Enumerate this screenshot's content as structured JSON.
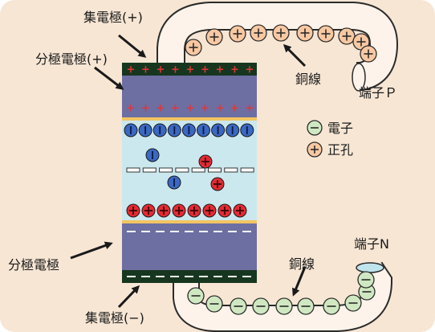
{
  "labels": {
    "collector_top": "集電極(+)",
    "polar_top": "分極電極(+)",
    "wire_top": "銅線",
    "terminal_p": "端子Ｐ",
    "polar_bottom": "分極電極",
    "wire_bottom": "銅線",
    "terminal_n": "端子N",
    "collector_bottom": "集電極(−)"
  },
  "legend": {
    "electron_label": "電子",
    "hole_label": "正孔"
  },
  "symbols": {
    "plus": "+",
    "minus": "−"
  },
  "colors": {
    "background": "#f7e6d4",
    "collector": "#17361f",
    "electrode": "#6d6ea2",
    "electrolyte": "#cbe8ee",
    "separator_line": "#f3c563",
    "plus_mark": "#e53535",
    "blue_particle": "#3a68c2",
    "red_particle": "#e42a32",
    "hole_fill": "#f8c8a2",
    "electron_fill": "#cfe8c2",
    "terminal_n_fill": "#bfe4ec"
  },
  "particles": {
    "blue_row_count": 9,
    "red_row_count": 8
  }
}
